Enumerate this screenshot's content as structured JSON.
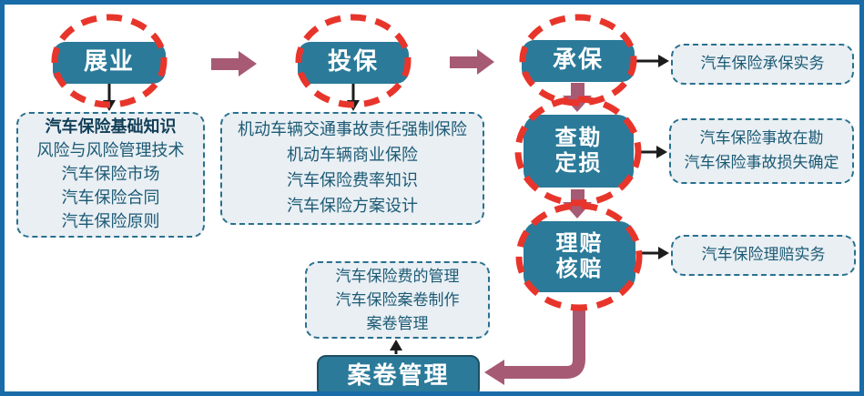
{
  "colors": {
    "frame_border": "#1a6ca8",
    "node_fill": "#2b7a99",
    "node_text": "#ffffff",
    "red_dashed_ellipse": "#e8352b",
    "maroon_arrow": "#a75a74",
    "black_arrow": "#1c1c1c",
    "box_background": "#e9eff3",
    "box_border": "#29708e",
    "box_text": "#1c5a75"
  },
  "nodes": {
    "zhanye": {
      "label": "展业"
    },
    "toubao": {
      "label": "投保"
    },
    "chengbao": {
      "label": "承保"
    },
    "chakan": {
      "line1": "查勘",
      "line2": "定损"
    },
    "lipei": {
      "line1": "理赔",
      "line2": "核赔"
    },
    "anjuan": {
      "label": "案卷管理"
    }
  },
  "detail_boxes": {
    "basics": {
      "lines": [
        "汽车保险基础知识",
        "风险与风险管理技术",
        "汽车保险市场",
        "汽车保险合同",
        "汽车保险原则"
      ]
    },
    "toubao_topics": {
      "lines": [
        "机动车辆交通事故责任强制保险",
        "机动车辆商业保险",
        "汽车保险费率知识",
        "汽车保险方案设计"
      ]
    },
    "chengbao_practice": {
      "lines": [
        "汽车保险承保实务"
      ]
    },
    "chakan_topics": {
      "lines": [
        "汽车保险事故在勘",
        "汽车保险事故损失确定"
      ]
    },
    "lipei_practice": {
      "lines": [
        "汽车保险理赔实务"
      ]
    },
    "anjuan_topics": {
      "lines": [
        "汽车保险费的管理",
        "汽车保险案卷制作",
        "案卷管理"
      ]
    }
  }
}
